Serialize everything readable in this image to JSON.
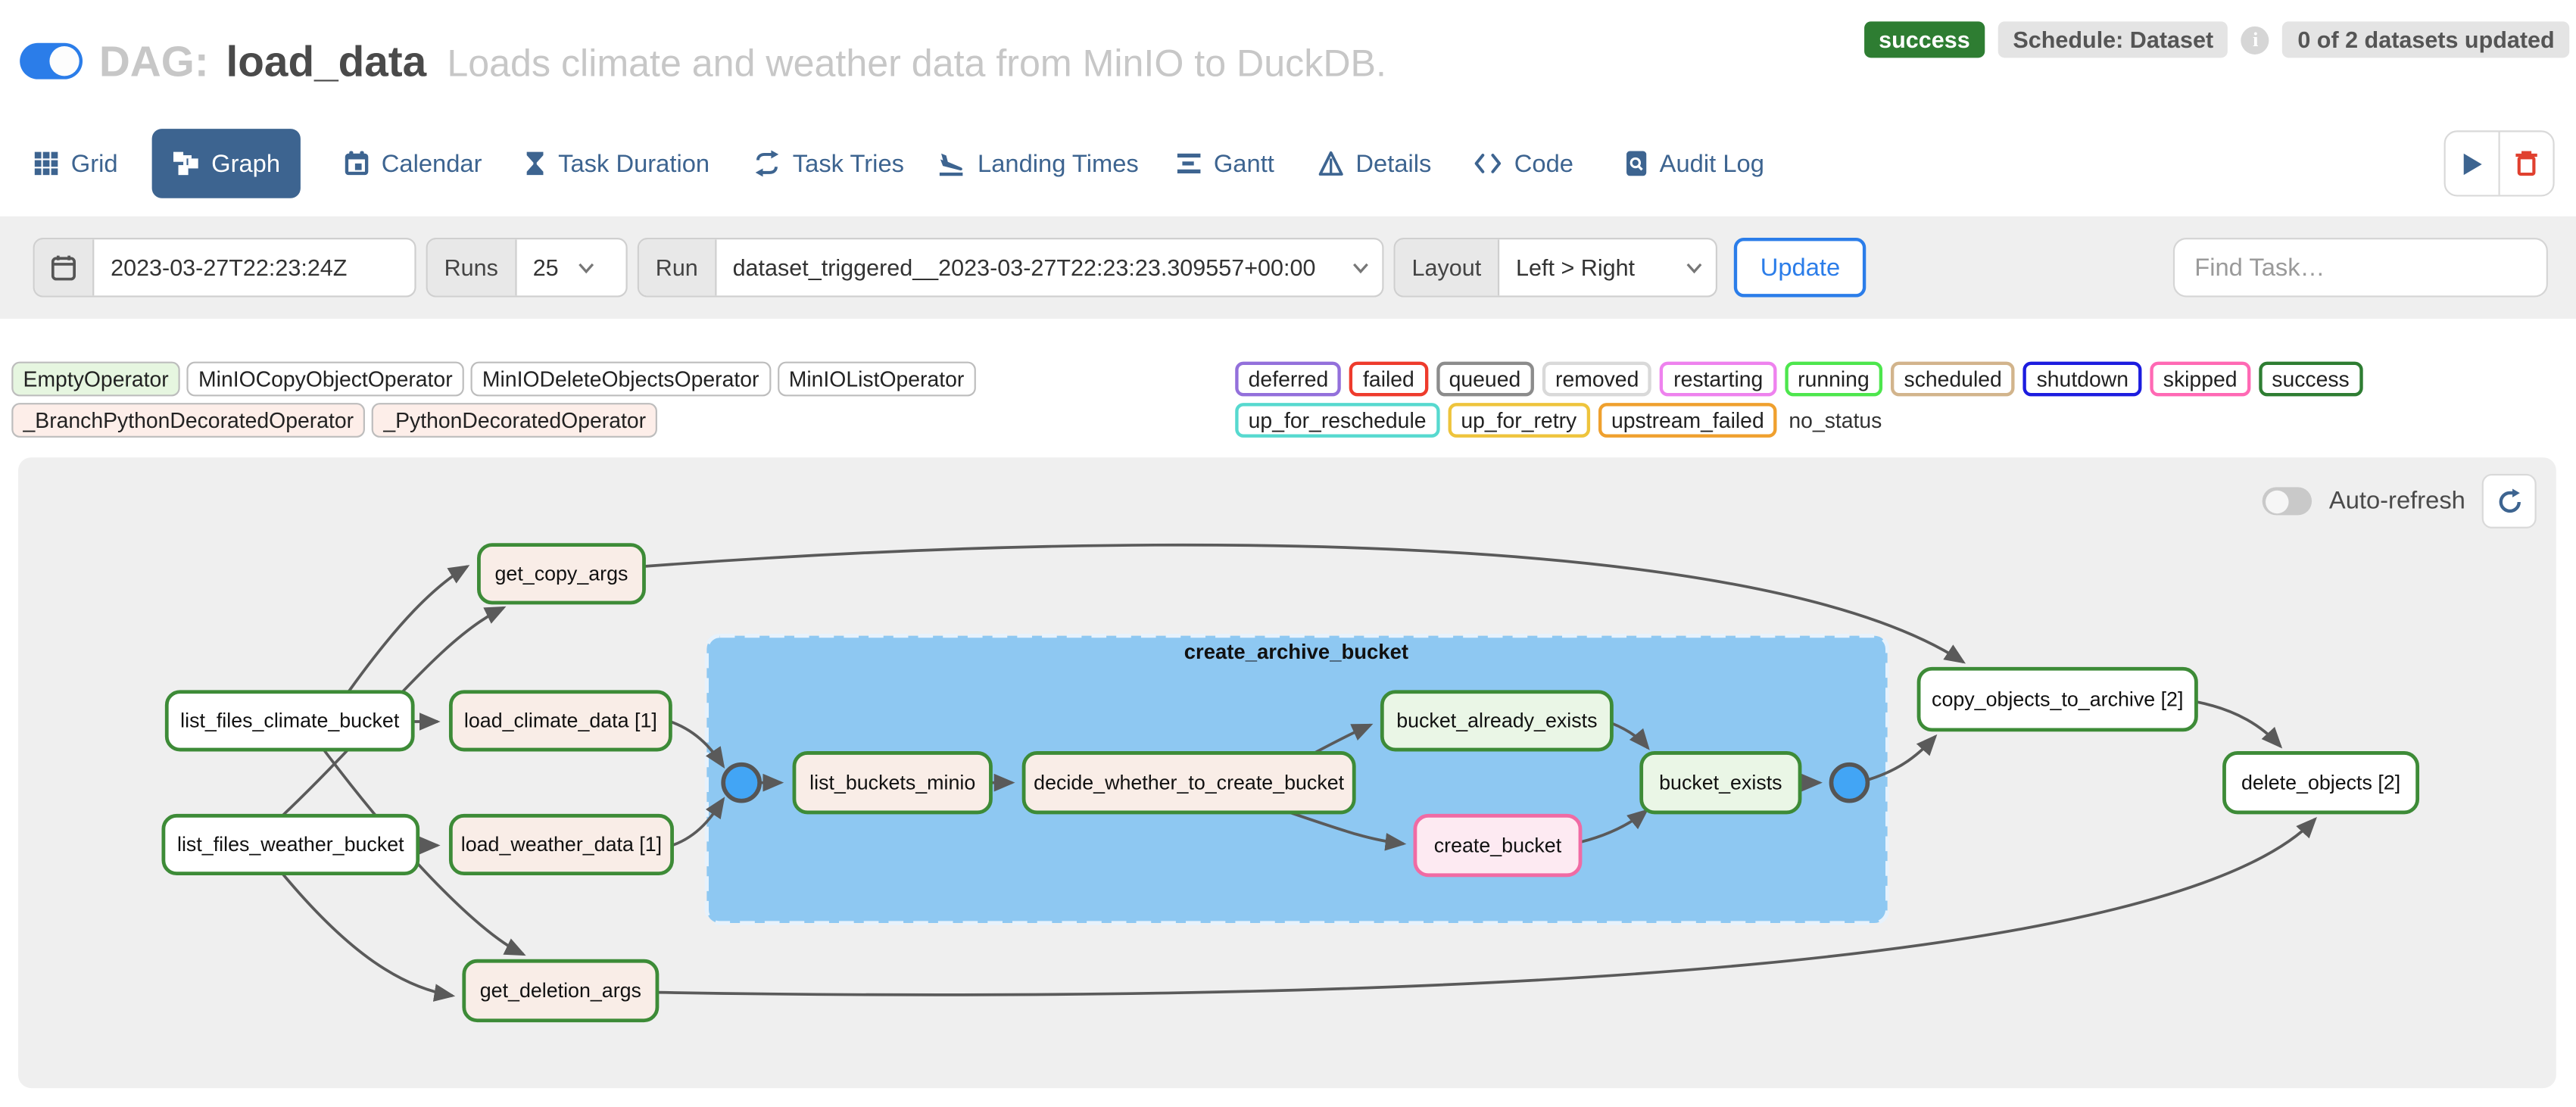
{
  "header": {
    "dag_prefix": "DAG:",
    "dag_id": "load_data",
    "description": "Loads climate and weather data from MinIO to DuckDB.",
    "run_state_badge": "success",
    "schedule_badge": "Schedule: Dataset",
    "datasets_badge": "0 of 2 datasets updated",
    "pause_toggle_state": "on"
  },
  "tabs": [
    {
      "label": "Grid",
      "active": false
    },
    {
      "label": "Graph",
      "active": true
    },
    {
      "label": "Calendar",
      "active": false
    },
    {
      "label": "Task Duration",
      "active": false
    },
    {
      "label": "Task Tries",
      "active": false
    },
    {
      "label": "Landing Times",
      "active": false
    },
    {
      "label": "Gantt",
      "active": false
    },
    {
      "label": "Details",
      "active": false
    },
    {
      "label": "Code",
      "active": false
    },
    {
      "label": "Audit Log",
      "active": false
    }
  ],
  "filters": {
    "base_date_value": "2023-03-27T22:23:24Z",
    "runs_label": "Runs",
    "runs_value": "25",
    "run_label": "Run",
    "run_value": "dataset_triggered__2023-03-27T22:23:23.309557+00:00",
    "layout_label": "Layout",
    "layout_value": "Left > Right",
    "update_label": "Update",
    "find_task_placeholder": "Find Task…"
  },
  "legend": {
    "operators": [
      {
        "label": "EmptyOperator",
        "fill": "#e6f6e0"
      },
      {
        "label": "MinIOCopyObjectOperator",
        "fill": "#ffffff"
      },
      {
        "label": "MinIODeleteObjectsOperator",
        "fill": "#ffffff"
      },
      {
        "label": "MinIOListOperator",
        "fill": "#ffffff"
      },
      {
        "label": "_BranchPythonDecoratedOperator",
        "fill": "#fdeee9"
      },
      {
        "label": "_PythonDecoratedOperator",
        "fill": "#fdeee9"
      }
    ],
    "statuses": [
      {
        "label": "deferred",
        "color": "#9370db"
      },
      {
        "label": "failed",
        "color": "#ee3b2c"
      },
      {
        "label": "queued",
        "color": "#8c8c8c"
      },
      {
        "label": "removed",
        "color": "#d9d9d9"
      },
      {
        "label": "restarting",
        "color": "#ee82ee"
      },
      {
        "label": "running",
        "color": "#4de64d"
      },
      {
        "label": "scheduled",
        "color": "#d2b48c"
      },
      {
        "label": "shutdown",
        "color": "#1c1cdf"
      },
      {
        "label": "skipped",
        "color": "#ff69b4"
      },
      {
        "label": "success",
        "color": "#2e7d32"
      },
      {
        "label": "up_for_reschedule",
        "color": "#57d9cf"
      },
      {
        "label": "up_for_retry",
        "color": "#eec43c"
      },
      {
        "label": "upstream_failed",
        "color": "#efa02e"
      }
    ],
    "no_status_label": "no_status"
  },
  "graph": {
    "auto_refresh_label": "Auto-refresh",
    "group_label": "create_archive_bucket",
    "nodes": [
      {
        "label": "get_copy_args",
        "state": "success",
        "fill": "#f9ede7"
      },
      {
        "label": "list_files_climate_bucket",
        "state": "success",
        "fill": "#ffffff"
      },
      {
        "label": "load_climate_data [1]",
        "state": "success",
        "fill": "#f9ede7"
      },
      {
        "label": "list_files_weather_bucket",
        "state": "success",
        "fill": "#ffffff"
      },
      {
        "label": "load_weather_data [1]",
        "state": "success",
        "fill": "#f9ede7"
      },
      {
        "label": "get_deletion_args",
        "state": "success",
        "fill": "#f9ede7"
      },
      {
        "label": "list_buckets_minio",
        "state": "success",
        "fill": "#f9ede7"
      },
      {
        "label": "decide_whether_to_create_bucket",
        "state": "success",
        "fill": "#f9ede7"
      },
      {
        "label": "bucket_already_exists",
        "state": "success",
        "fill": "#eaf6e6"
      },
      {
        "label": "create_bucket",
        "state": "skipped",
        "fill": "#fdeaf2"
      },
      {
        "label": "bucket_exists",
        "state": "success",
        "fill": "#eaf6e6"
      },
      {
        "label": "copy_objects_to_archive [2]",
        "state": "success",
        "fill": "#ffffff"
      },
      {
        "label": "delete_objects [2]",
        "state": "success",
        "fill": "#ffffff"
      }
    ]
  },
  "colors": {
    "accent_blue": "#2b7de9",
    "tab_blue": "#3d6490",
    "success_green": "#2e7d32",
    "node_border_success": "#3d8b37",
    "node_border_skipped": "#f06ba4",
    "trash_red": "#e0402f",
    "group_bg": "#8ec8f2",
    "join_node_fill": "#42a5f5",
    "edge_gray": "#5a5a5a"
  }
}
